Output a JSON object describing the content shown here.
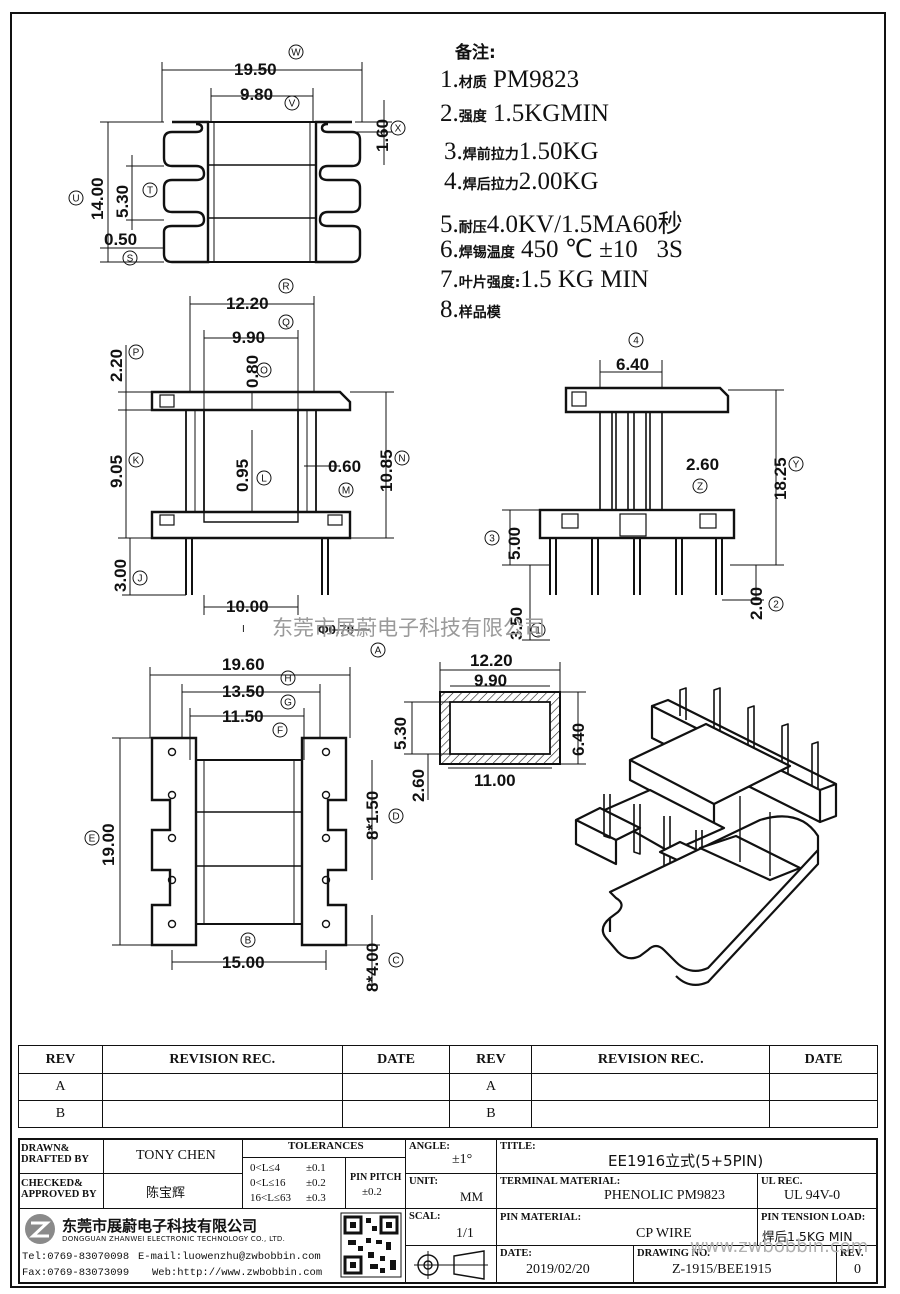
{
  "notes": {
    "title": "备注:",
    "items": [
      {
        "num": "1.",
        "label": "材质",
        "value": "PM9823"
      },
      {
        "num": "2.",
        "label": "强度",
        "value": "1.5KGMIN"
      },
      {
        "num": "3.",
        "label": "焊前拉力",
        "value": "1.50KG"
      },
      {
        "num": "4.",
        "label": "焊后拉力",
        "value": "2.00KG"
      },
      {
        "num": "5.",
        "label": "耐压",
        "value": "4.0KV/1.5MA60秒"
      },
      {
        "num": "6.",
        "label": "焊锡温度",
        "value": "450 ℃ ±10   3S"
      },
      {
        "num": "7.",
        "label": "叶片强度:",
        "value": "1.5 KG MIN"
      },
      {
        "num": "8.",
        "label": "样品模",
        "value": ""
      }
    ]
  },
  "dims": {
    "top": [
      {
        "v": "19.50",
        "c": "W"
      },
      {
        "v": "9.80",
        "c": "V"
      },
      {
        "v": "1.60",
        "c": "X"
      },
      {
        "v": "14.00",
        "c": "U"
      },
      {
        "v": "5.30",
        "c": "T"
      },
      {
        "v": "0.50",
        "c": "S"
      }
    ],
    "front": [
      {
        "v": "12.20",
        "c": "R"
      },
      {
        "v": "9.90",
        "c": "Q"
      },
      {
        "v": "2.20",
        "c": "P"
      },
      {
        "v": "0.80",
        "c": "O"
      },
      {
        "v": "9.05",
        "c": "K"
      },
      {
        "v": "0.95",
        "c": "L"
      },
      {
        "v": "0.60",
        "c": "M"
      },
      {
        "v": "10.85",
        "c": "N"
      },
      {
        "v": "3.00",
        "c": "J"
      },
      {
        "v": "10.00",
        "c": ""
      },
      {
        "v": "I",
        "c": ""
      },
      {
        "v": "Φ0.70",
        "c": "A"
      }
    ],
    "side": [
      {
        "v": "6.40",
        "c": "4"
      },
      {
        "v": "2.60",
        "c": "Z"
      },
      {
        "v": "18.25",
        "c": "Y"
      },
      {
        "v": "5.00",
        "c": "3"
      },
      {
        "v": "3.50",
        "c": "1"
      },
      {
        "v": "2.00",
        "c": "2"
      }
    ],
    "bottom": [
      {
        "v": "19.60",
        "c": "H"
      },
      {
        "v": "13.50",
        "c": "G"
      },
      {
        "v": "11.50",
        "c": "F"
      },
      {
        "v": "19.00",
        "c": "E"
      },
      {
        "v": "8*1.50",
        "c": "D"
      },
      {
        "v": "15.00",
        "c": "B"
      },
      {
        "v": "8*4.00",
        "c": "C"
      }
    ],
    "section": [
      {
        "v": "12.20",
        "c": ""
      },
      {
        "v": "9.90",
        "c": ""
      },
      {
        "v": "5.30",
        "c": ""
      },
      {
        "v": "6.40",
        "c": ""
      },
      {
        "v": "2.60",
        "c": ""
      },
      {
        "v": "11.00",
        "c": ""
      }
    ]
  },
  "watermark": "东莞市展蔚电子科技有限公司",
  "watermark2": "www.zwbobbin.com",
  "revision_table": {
    "headers": [
      "REV",
      "REVISION REC.",
      "DATE",
      "REV",
      "REVISION REC.",
      "DATE"
    ],
    "rows": [
      [
        "A",
        "",
        "",
        "A",
        "",
        ""
      ],
      [
        "B",
        "",
        "",
        "B",
        "",
        ""
      ]
    ]
  },
  "title_block": {
    "drawn_label": "DRAWN& DRAFTED BY",
    "drawn_by": "TONY CHEN",
    "checked_label": "CHECKED& APPROVED BY",
    "checked_by": "陈宝辉",
    "tolerances_label": "TOLERANCES",
    "tol_rows": [
      {
        "range": "0<L≤4",
        "tol": "±0.1"
      },
      {
        "range": "0<L≤16",
        "tol": "±0.2"
      },
      {
        "range": "16<L≤63",
        "tol": "±0.3"
      }
    ],
    "pin_pitch_label": "PIN PITCH",
    "pin_pitch": "±0.2",
    "angle_label": "ANGLE:",
    "angle": "±1°",
    "unit_label": "UNIT:",
    "unit": "MM",
    "scale_label": "SCAL:",
    "scale": "1/1",
    "title_label": "TITLE:",
    "title": "EE1916立式(5+5PIN)",
    "terminal_label": "TERMINAL MATERIAL:",
    "terminal": "PHENOLIC PM9823",
    "ul_label": "UL REC.",
    "ul": "UL 94V-0",
    "pin_material_label": "PIN MATERIAL:",
    "pin_material": "CP WIRE",
    "tension_label": "PIN TENSION LOAD:",
    "tension": "焊后1.5KG MIN",
    "date_label": "DATE:",
    "date": "2019/02/20",
    "drawing_label": "DRAWING NO.",
    "drawing_no": "Z-1915/BEE1915",
    "rev_label": "REV.",
    "rev": "0",
    "company_cn": "东莞市展蔚电子科技有限公司",
    "company_en": "DONGGUAN ZHANWEI ELECTRONIC TECHNOLOGY CO., LTD.",
    "tel": "Tel:0769-83070098",
    "email": "E-mail:luowenzhu@zwbobbin.com",
    "fax": "Fax:0769-83073099",
    "web": "Web:http://www.zwbobbin.com"
  }
}
